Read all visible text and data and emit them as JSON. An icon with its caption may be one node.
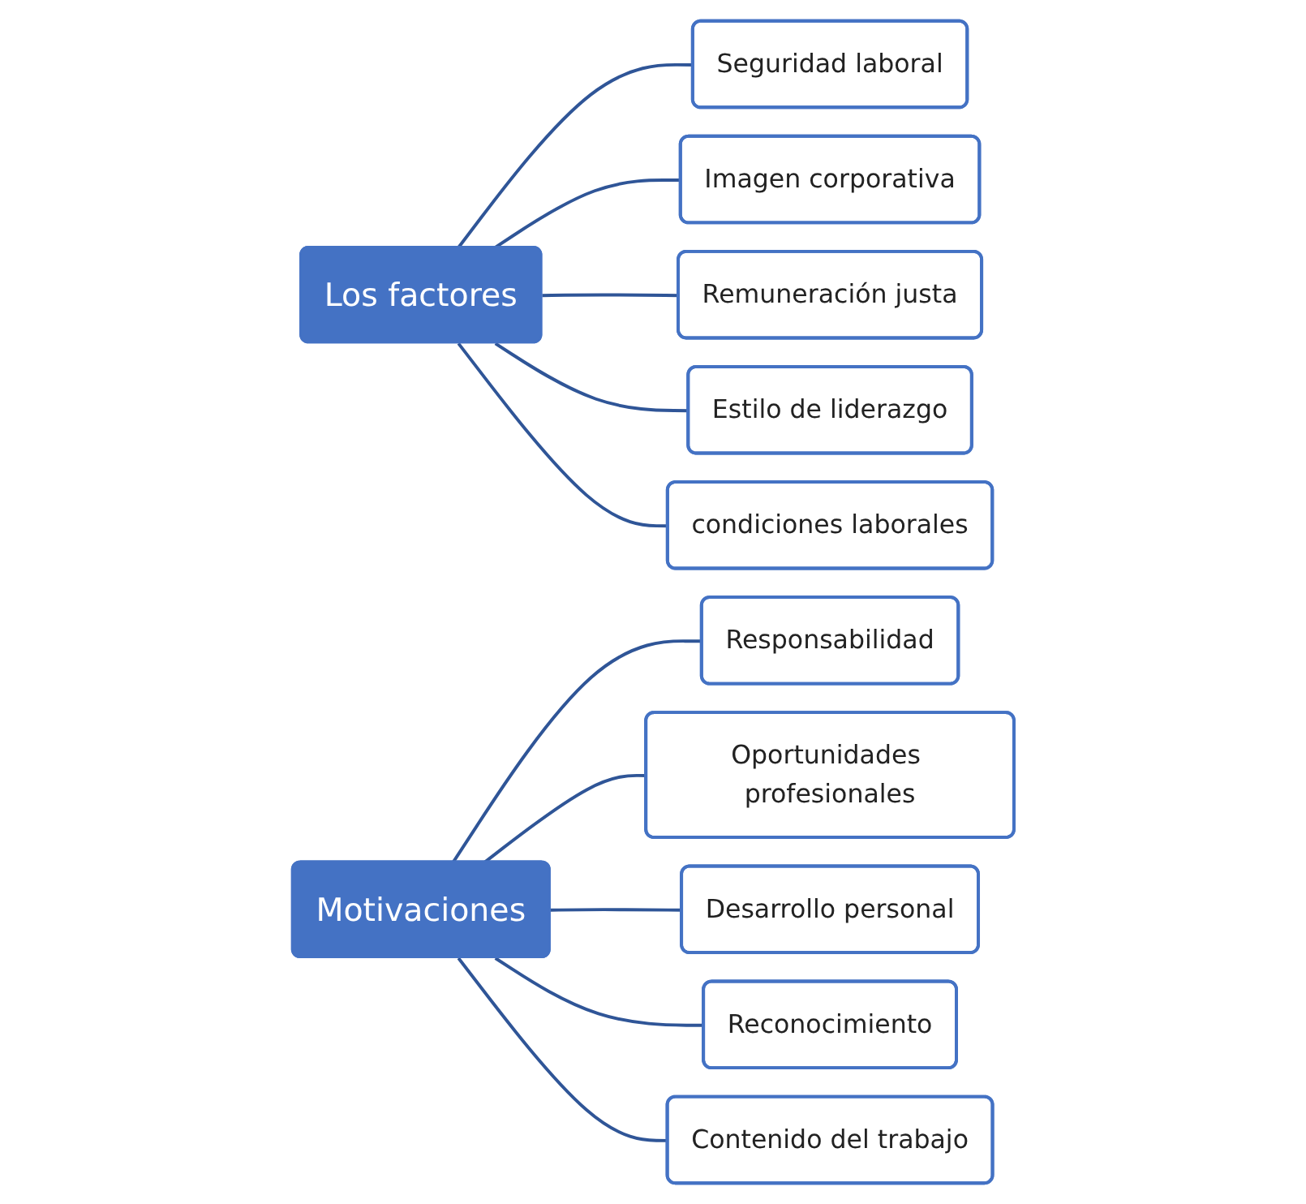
{
  "diagram": {
    "nodes": [
      {
        "text": [
          "Los factores"
        ]
      },
      {
        "text": [
          "Seguridad laboral"
        ]
      },
      {
        "text": [
          "Imagen corporativa"
        ]
      },
      {
        "text": [
          "Remuneración justa"
        ]
      },
      {
        "text": [
          "Estilo de liderazgo"
        ]
      },
      {
        "text": [
          "condiciones laborales"
        ]
      },
      {
        "text": [
          "Motivaciones"
        ]
      },
      {
        "text": [
          "Responsabilidad"
        ]
      },
      {
        "text": [
          "Oportunidades profesionales"
        ]
      },
      {
        "text": [
          "Desarrollo personal"
        ]
      },
      {
        "text": [
          "Reconocimiento"
        ]
      },
      {
        "text": [
          "Contenido del trabajo"
        ]
      }
    ],
    "edges": [
      {
        "from": 0,
        "to": 1,
        "arrow": "none"
      },
      {
        "from": 0,
        "to": 2,
        "arrow": "none"
      },
      {
        "from": 0,
        "to": 3,
        "arrow": "none"
      },
      {
        "from": 0,
        "to": 4,
        "arrow": "none"
      },
      {
        "from": 0,
        "to": 5,
        "arrow": "none"
      },
      {
        "from": 6,
        "to": 7,
        "arrow": "none"
      },
      {
        "from": 6,
        "to": 8,
        "arrow": "none"
      },
      {
        "from": 6,
        "to": 9,
        "arrow": "none"
      },
      {
        "from": 6,
        "to": 10,
        "arrow": "none"
      },
      {
        "from": 6,
        "to": 11,
        "arrow": "none"
      }
    ]
  }
}
